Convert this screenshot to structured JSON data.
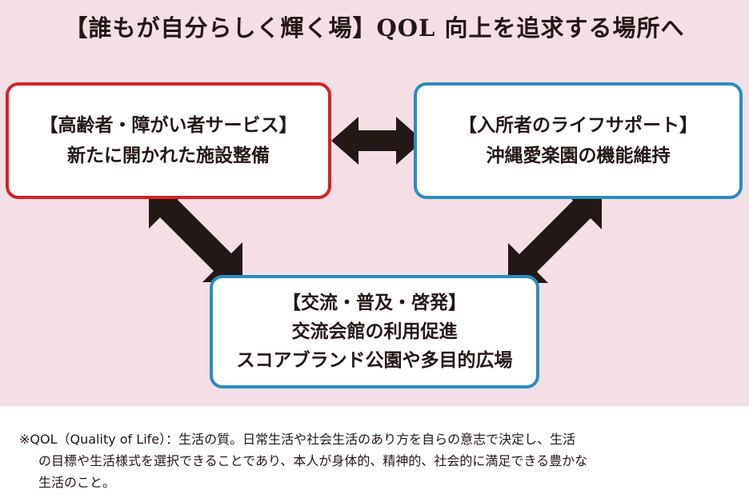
{
  "title": "【誰もが自分らしく輝く場】QOL 向上を追求する場所へ",
  "boxes": {
    "elderly": {
      "line1": "【高齢者・障がい者サービス】",
      "line2": "新たに開かれた施設整備"
    },
    "residents": {
      "line1": "【入所者のライフサポート】",
      "line2": "沖縄愛楽園の機能維持"
    },
    "exchange": {
      "line1": "【交流・普及・啓発】",
      "line2": "交流会館の利用促進",
      "line3": "スコアブランド公園や多目的広場"
    }
  },
  "note": {
    "line1": "※QOL（Quality of Life）：生活の質。日常生活や社会生活のあり方を自らの意志で決定し、生活",
    "line2": "の目標や生活様式を選択できることであり、本人が身体的、精神的、社会的に満足できる豊かな",
    "line3": "生活のこと。"
  },
  "colors": {
    "background_panel": "#f4dfe6",
    "red_border": "#d7202b",
    "blue_border": "#2d8cbf",
    "arrow": "#231815"
  }
}
